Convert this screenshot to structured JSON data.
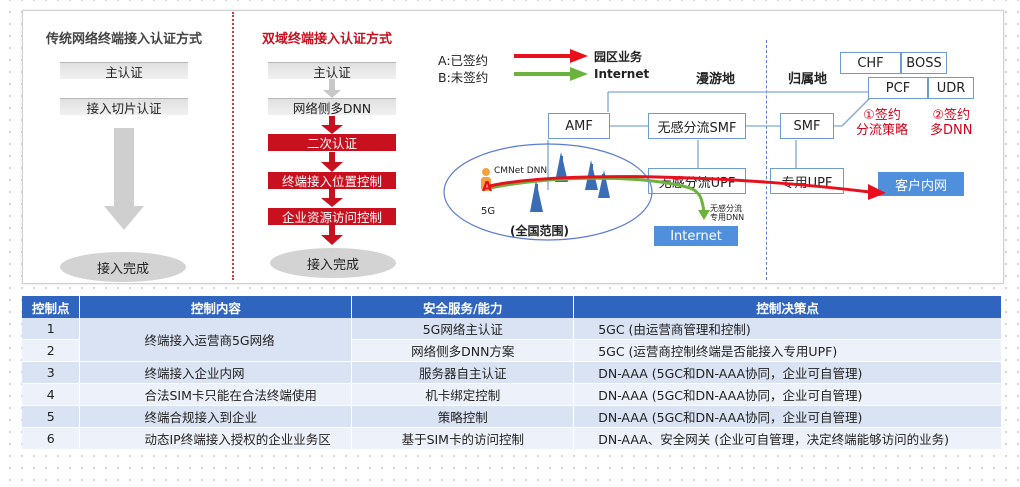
{
  "left": {
    "title": "传统网络终端接入认证方式",
    "steps": [
      "主认证",
      "接入切片认证"
    ],
    "end": "接入完成"
  },
  "middle": {
    "title": "双域终端接入认证方式",
    "steps": [
      "主认证",
      "网络侧多DNN"
    ],
    "red_steps": [
      "二次认证",
      "终端接入位置控制",
      "企业资源访问控制"
    ],
    "end": "接入完成"
  },
  "legend": {
    "a": "A:已签约",
    "b": "B:未签约",
    "red_label": "园区业务",
    "green_label": "Internet",
    "red_color": "#e8101c",
    "green_color": "#6cb33e"
  },
  "zones": {
    "roaming": "漫游地",
    "home": "归属地"
  },
  "nodes": {
    "chf": "CHF",
    "boss": "BOSS",
    "pcf": "PCF",
    "udr": "UDR",
    "amf": "AMF",
    "smf_roam": "无感分流SMF",
    "smf": "SMF",
    "upf_roam": "无感分流UPF",
    "upf": "专用UPF",
    "customer": "客户内网",
    "internet": "Internet"
  },
  "notes": {
    "n1": "①签约\n分流策略",
    "n2": "②签约\n多DNN"
  },
  "ran": {
    "ue": "A",
    "g5": "5G",
    "dnn": "CMNet DNN",
    "scope": "(全国范围)",
    "local_dnn": "无感分流\n专用DNN"
  },
  "table": {
    "headers": [
      "控制点",
      "控制内容",
      "安全服务/能力",
      "控制决策点"
    ],
    "rows": [
      {
        "id": "1",
        "content": "",
        "service": "5G网络主认证",
        "decision": "5GC (由运营商管理和控制)"
      },
      {
        "id": "2",
        "content": "终端接入运营商5G网络",
        "service": "网络侧多DNN方案",
        "decision": "5GC (运营商控制终端是否能接入专用UPF)"
      },
      {
        "id": "3",
        "content": "终端接入企业内网",
        "service": "服务器自主认证",
        "decision": "DN-AAA (5GC和DN-AAA协同，企业可自管理)"
      },
      {
        "id": "4",
        "content": "合法SIM卡只能在合法终端使用",
        "service": "机卡绑定控制",
        "decision": "DN-AAA (5GC和DN-AAA协同，企业可自管理)"
      },
      {
        "id": "5",
        "content": "终端合规接入到企业",
        "service": "策略控制",
        "decision": "DN-AAA (5GC和DN-AAA协同，企业可自管理)"
      },
      {
        "id": "6",
        "content": "动态IP终端接入授权的企业业务区",
        "service": "基于SIM卡的访问控制",
        "decision": "DN-AAA、安全网关 (企业可自管理，决定终端能够访问的业务)"
      }
    ]
  }
}
